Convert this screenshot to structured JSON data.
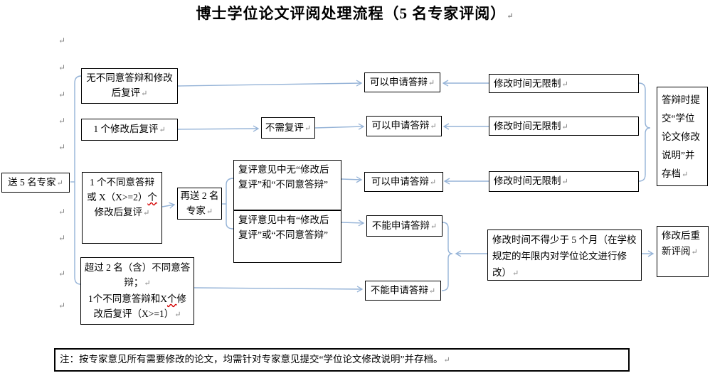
{
  "title": "博士学位论文评阅处理流程（5 名专家评阅）",
  "pilcrow": "↵",
  "colors": {
    "connector": "#95b3d7",
    "border": "#000000",
    "spell_underline": "#d40000",
    "pilcrow_gray": "#808080"
  },
  "labels": {
    "can": "可以申请答辩",
    "cannot": "不能申请答辩",
    "nolimit": "修改时间无限制"
  },
  "nodes": {
    "send5": {
      "text": "送 5 名专家"
    },
    "b1": {
      "line1": "无不同意答辩和修改",
      "line2": "后复评"
    },
    "b2": {
      "text": "1 个修改后复评"
    },
    "b3": {
      "line1": "1 个不同意答辩",
      "line2_pre": "或 X（X>=2）",
      "line2_mark": "个",
      "line3": "修改后复评"
    },
    "b4": {
      "line1": "超过 2 名（含）不同意答",
      "line2": "辩；",
      "line3_pre": "1个不同意答辩和X",
      "line3_mark": "个",
      "line3_post": "修",
      "line4": "改后复评（X>=1）"
    },
    "resend": {
      "line1": "再送 2 名",
      "line2": "专家"
    },
    "noReview": {
      "text": "不需复评"
    },
    "review_no": {
      "line1": "复评意见中无“修改后",
      "line2": "复评”和“不同意答辩”"
    },
    "review_yes": {
      "line1": "复评意见中有“修改后",
      "line2": "复评”或“不同意答辩”"
    },
    "fivemonths": {
      "text": "修改时间不得少于 5 个月（在学校规定的年限内对学位论文进行修改）"
    },
    "rereview": {
      "line1": "修改后重",
      "line2": "新评阅"
    },
    "archive": {
      "lines": [
        "答辩时提",
        "交“学位",
        "论文修改",
        "说明”并",
        "存档"
      ]
    },
    "note": {
      "text": "注：按专家意见所有需要修改的论文，均需针对专家意见提交“学位论文修改说明”并存档。"
    }
  }
}
